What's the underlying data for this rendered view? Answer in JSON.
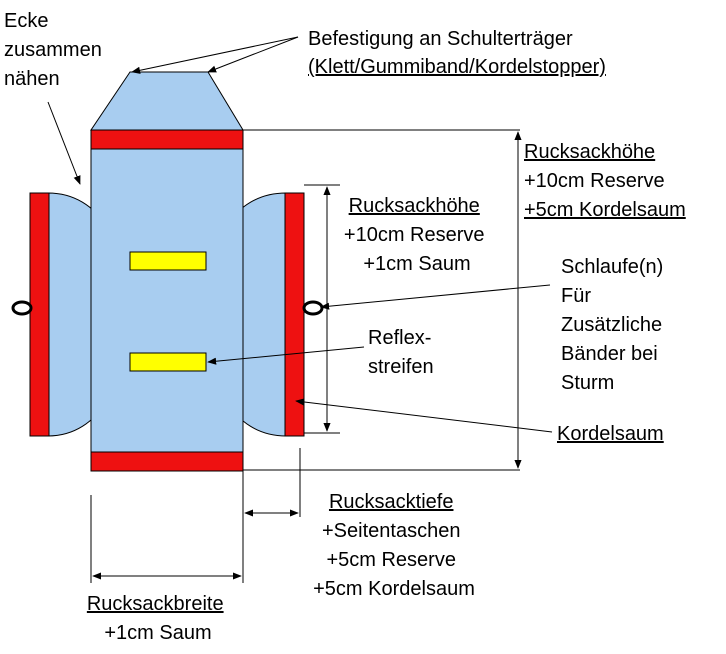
{
  "labels": {
    "ecke": [
      "Ecke",
      "zusammen",
      "nähen"
    ],
    "befestigung": [
      "Befestigung an Schulterträger",
      "(Klett/Gummiband/Kordelstopper)"
    ],
    "hoehe_gesamt": [
      "Rucksackhöhe",
      "+10cm Reserve",
      "+5cm Kordelsaum"
    ],
    "hoehe_tasche": [
      "Rucksackhöhe",
      "+10cm Reserve",
      "+1cm Saum"
    ],
    "schlaufe": [
      "Schlaufe(n)",
      "Für",
      "Zusätzliche",
      "Bänder bei",
      "Sturm"
    ],
    "reflex": [
      "Reflex-",
      "streifen"
    ],
    "kordelsaum": "Kordelsaum",
    "tiefe": [
      "Rucksacktiefe",
      "+Seitentaschen",
      "+5cm Reserve",
      "+5cm Kordelsaum"
    ],
    "breite": [
      "Rucksackbreite",
      "+1cm Saum"
    ]
  },
  "colors": {
    "fabric": "#a8cdf0",
    "hem": "#ee1111",
    "reflector": "#ffff00",
    "outline": "#000000"
  }
}
